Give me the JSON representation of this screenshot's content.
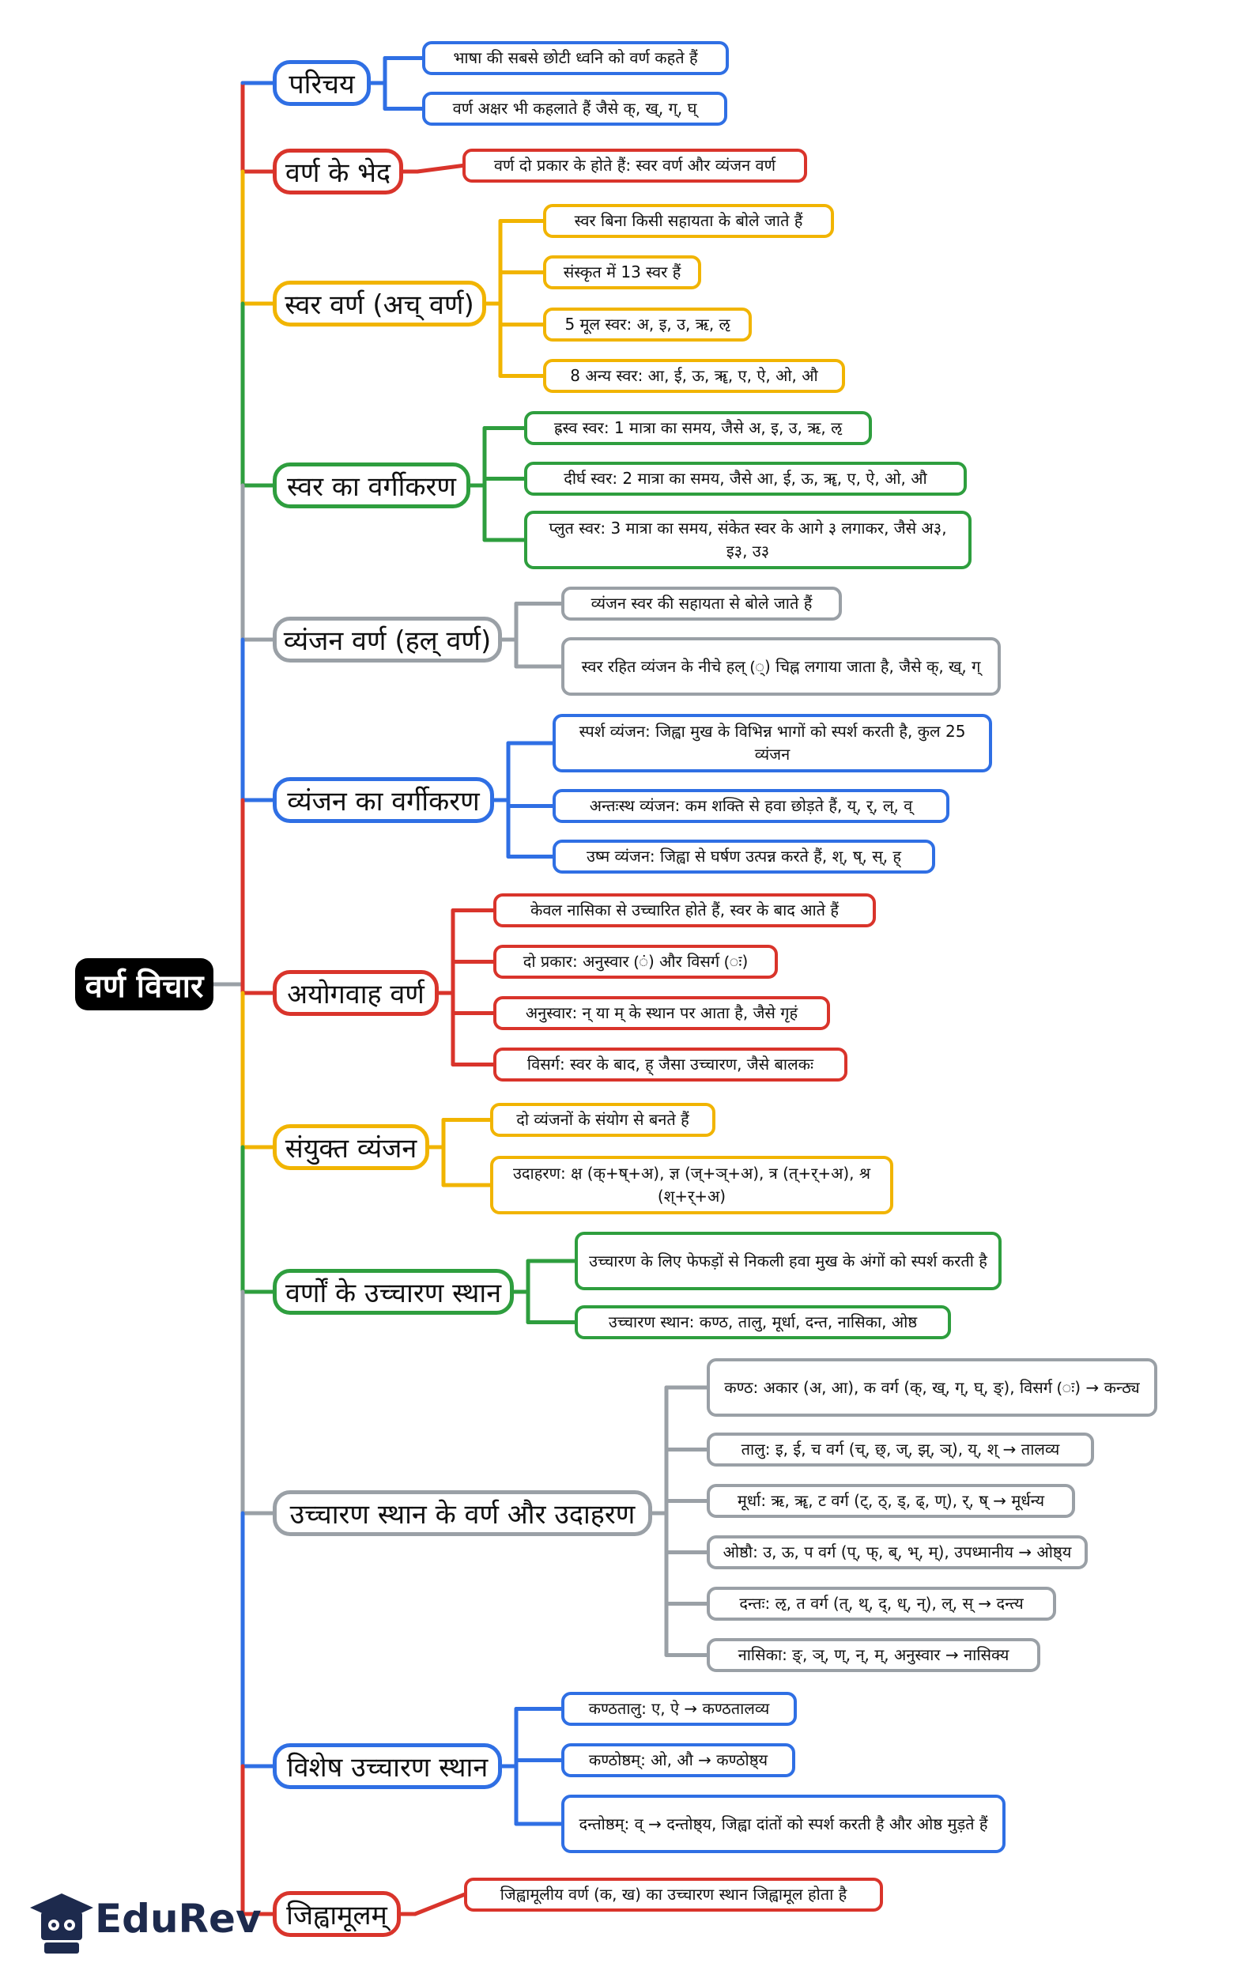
{
  "root": {
    "label": "वर्ण विचार"
  },
  "brand": {
    "name": "EduRev",
    "icon": "graduation-cap-logo-icon"
  },
  "colors": {
    "red": "#d9342b",
    "blue": "#2f6fe4",
    "yellow": "#f1b400",
    "green": "#2e9e3e",
    "gray": "#9aa0a6",
    "root_bg": "#000000"
  },
  "branches": [
    {
      "label": "परिचय",
      "color": "blue",
      "children": [
        "भाषा की सबसे छोटी ध्वनि को वर्ण कहते हैं",
        "वर्ण अक्षर भी कहलाते हैं जैसे क्, ख्, ग्, घ्"
      ]
    },
    {
      "label": "वर्ण के भेद",
      "color": "red",
      "children": [
        "वर्ण दो प्रकार के होते हैं: स्वर वर्ण और व्यंजन वर्ण"
      ]
    },
    {
      "label": "स्वर वर्ण (अच् वर्ण)",
      "color": "yellow",
      "children": [
        "स्वर बिना किसी सहायता के बोले जाते हैं",
        "संस्कृत में 13 स्वर हैं",
        "5 मूल स्वर: अ, इ, उ, ऋ, ऌ",
        "8 अन्य स्वर: आ, ई, ऊ, ॠ, ए, ऐ, ओ, औ"
      ]
    },
    {
      "label": "स्वर का वर्गीकरण",
      "color": "green",
      "children": [
        "ह्रस्व स्वर: 1 मात्रा का समय, जैसे अ, इ, उ, ऋ, ऌ",
        "दीर्घ स्वर: 2 मात्रा का समय, जैसे आ, ई, ऊ, ॠ, ए, ऐ, ओ, औ",
        "प्लुत स्वर: 3 मात्रा का समय, संकेत स्वर के आगे ३ लगाकर, जैसे अ३, इ३, उ३"
      ]
    },
    {
      "label": "व्यंजन वर्ण (हल् वर्ण)",
      "color": "gray",
      "children": [
        "व्यंजन स्वर की सहायता से बोले जाते हैं",
        "स्वर रहित व्यंजन के नीचे हल् (्) चिह्न लगाया जाता है, जैसे क्, ख्, ग्"
      ]
    },
    {
      "label": "व्यंजन का वर्गीकरण",
      "color": "blue",
      "children": [
        "स्पर्श व्यंजन: जिह्वा मुख के विभिन्न भागों को स्पर्श करती है, कुल 25 व्यंजन",
        "अन्तःस्थ व्यंजन: कम शक्ति से हवा छोड़ते हैं, य्, र्, ल्, व्",
        "उष्म व्यंजन: जिह्वा से घर्षण उत्पन्न करते हैं, श्, ष्, स्, ह्"
      ]
    },
    {
      "label": "अयोगवाह वर्ण",
      "color": "red",
      "children": [
        "केवल नासिका से उच्चारित होते हैं, स्वर के बाद आते हैं",
        "दो प्रकार: अनुस्वार (ं) और विसर्ग (ः)",
        "अनुस्वार: न् या म् के स्थान पर आता है, जैसे गृहं",
        "विसर्ग: स्वर के बाद, ह् जैसा उच्चारण, जैसे बालकः"
      ]
    },
    {
      "label": "संयुक्त व्यंजन",
      "color": "yellow",
      "children": [
        "दो व्यंजनों के संयोग से बनते हैं",
        "उदाहरण: क्ष (क्+ष्+अ), ज्ञ (ज्+ञ्+अ), त्र (त्+र्+अ), श्र (श्+र्+अ)"
      ]
    },
    {
      "label": "वर्णों के उच्चारण स्थान",
      "color": "green",
      "children": [
        "उच्चारण के लिए फेफड़ों से निकली हवा मुख के अंगों को स्पर्श करती है",
        "उच्चारण स्थान: कण्ठ, तालु, मूर्धा, दन्त, नासिका, ओष्ठ"
      ]
    },
    {
      "label": "उच्चारण स्थान के वर्ण और उदाहरण",
      "color": "gray",
      "children": [
        "कण्ठ: अकार (अ, आ), क वर्ग (क्, ख्, ग्, घ्, ङ्), विसर्ग (ः) → कन्ठ्य",
        "तालु: इ, ई, च वर्ग (च्, छ्, ज्, झ्, ञ्), य्, श् → तालव्य",
        "मूर्धा: ऋ, ॠ, ट वर्ग (ट्, ठ्, ड्, ढ्, ण्), र्, ष् → मूर्धन्य",
        "ओष्ठौ: उ, ऊ, प वर्ग (प्, फ्, ब्, भ्, म्), उपध्मानीय → ओष्ठ्य",
        "दन्तः: ऌ, त वर्ग (त्, थ्, द्, ध्, न्), ल्, स् → दन्त्य",
        "नासिका: ङ्, ञ्, ण्, न्, म्, अनुस्वार → नासिक्य"
      ]
    },
    {
      "label": "विशेष उच्चारण स्थान",
      "color": "blue",
      "children": [
        "कण्ठतालु: ए, ऐ → कण्ठतालव्य",
        "कण्ठोष्ठम्: ओ, औ → कण्ठोष्ठ्य",
        "दन्तोष्ठम्: व् → दन्तोष्ठ्य, जिह्वा दांतों को स्पर्श करती है और ओष्ठ मुड़ते हैं"
      ]
    },
    {
      "label": "जिह्वामूलम्",
      "color": "red",
      "children": [
        "जिह्वामूलीय वर्ण (क, ख) का उच्चारण स्थान जिह्वामूल होता है"
      ]
    }
  ]
}
